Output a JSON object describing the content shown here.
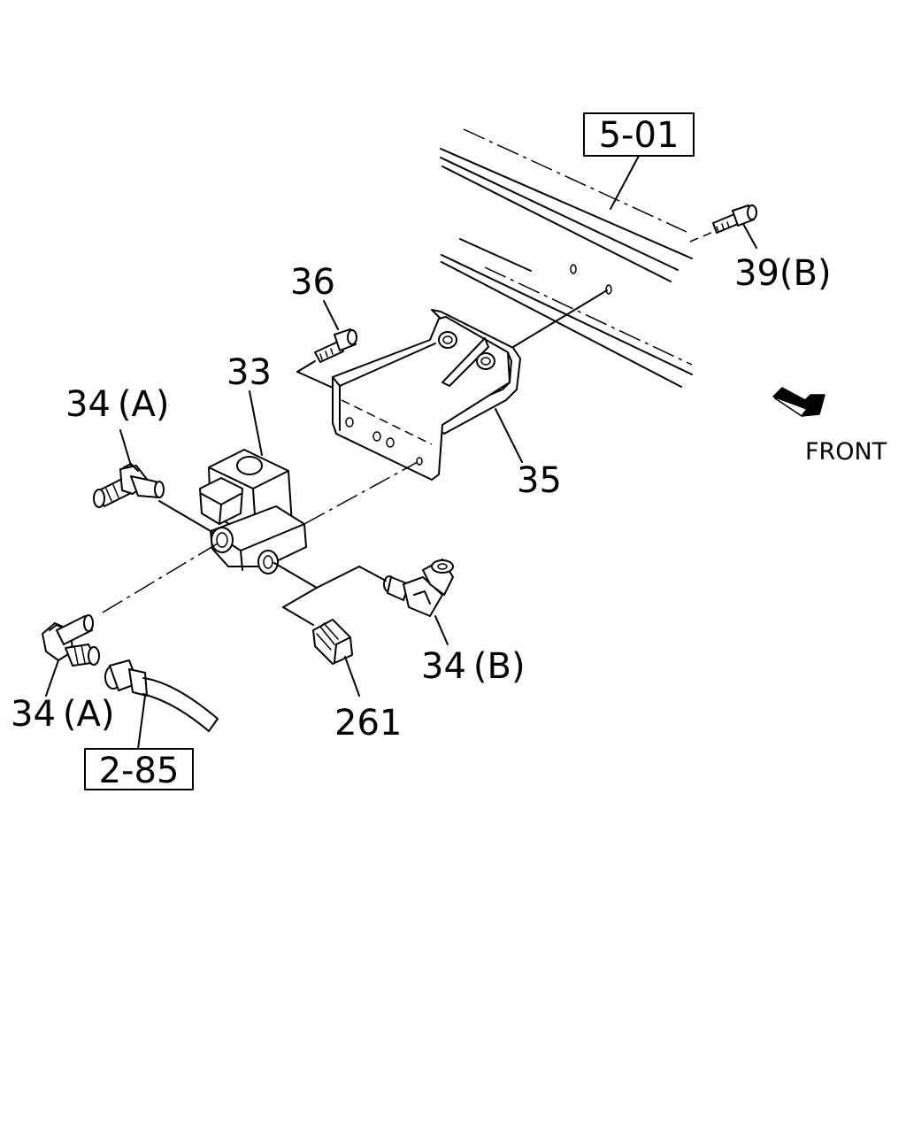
{
  "callouts": {
    "ref_frame": "5-01",
    "ref_harness": "2-85",
    "bolt_39b": "39",
    "bolt_39b_suffix": "(B)",
    "bolt_36": "36",
    "valve_33": "33",
    "bracket_35": "35",
    "fitting_34a_top": "34",
    "fitting_34a_top_suffix": "(A)",
    "fitting_34a_bottom": "34",
    "fitting_34a_bottom_suffix": "(A)",
    "fitting_34b": "34",
    "fitting_34b_suffix": "(B)",
    "plug_261": "261"
  },
  "orientation": {
    "label": "FRONT",
    "icon": "front-arrow-icon"
  }
}
